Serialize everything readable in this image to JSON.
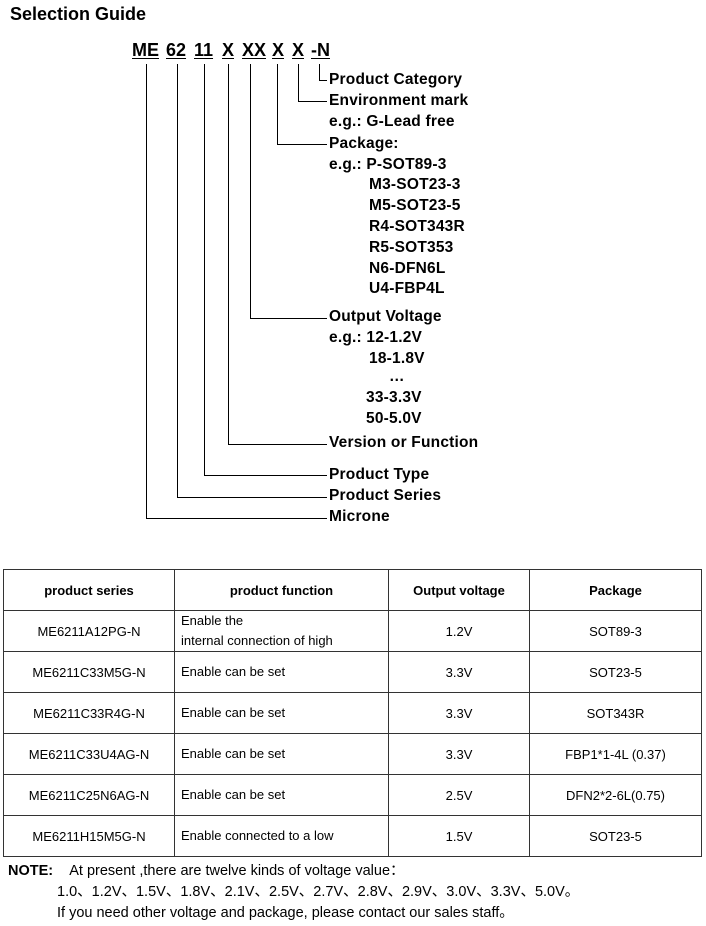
{
  "title": "Selection Guide",
  "part_number": {
    "seg_me": "ME",
    "seg_series": "62",
    "seg_type": "11",
    "seg_version": "X",
    "seg_voltage": "XX",
    "seg_package": "X",
    "seg_env": "X",
    "seg_category": "-N"
  },
  "labels": {
    "product_category": "Product Category",
    "environment_mark": "Environment mark",
    "env_example": "e.g.: G-Lead free",
    "package": "Package:",
    "package_example": "e.g.: P-SOT89-3",
    "package_options": [
      "M3-SOT23-3",
      "M5-SOT23-5",
      "R4-SOT343R",
      "R5-SOT353",
      "N6-DFN6L",
      "U4-FBP4L"
    ],
    "output_voltage": "Output Voltage",
    "voltage_example": "e.g.: 12-1.2V",
    "voltage_options": [
      "18-1.8V",
      "…",
      "33-3.3V",
      "50-5.0V"
    ],
    "version_function": "Version or Function",
    "product_type": "Product Type",
    "product_series": "Product Series",
    "microne": "Microne"
  },
  "table": {
    "headers": [
      "product series",
      "product function",
      "Output voltage",
      "Package"
    ],
    "rows": [
      {
        "series": "ME6211A12PG-N",
        "function_line1": "Enable the",
        "function_line2": "internal connection of high",
        "voltage": "1.2V",
        "package": "SOT89-3"
      },
      {
        "series": "ME6211C33M5G-N",
        "function_line1": "Enable can be set",
        "function_line2": "",
        "voltage": "3.3V",
        "package": "SOT23-5"
      },
      {
        "series": "ME6211C33R4G-N",
        "function_line1": "Enable can be set",
        "function_line2": "",
        "voltage": "3.3V",
        "package": "SOT343R"
      },
      {
        "series": "ME6211C33U4AG-N",
        "function_line1": "Enable can be set",
        "function_line2": "",
        "voltage": "3.3V",
        "package": "FBP1*1-4L (0.37)"
      },
      {
        "series": "ME6211C25N6AG-N",
        "function_line1": "Enable can be set",
        "function_line2": "",
        "voltage": "2.5V",
        "package": "DFN2*2-6L(0.75)"
      },
      {
        "series": "ME6211H15M5G-N",
        "function_line1": "Enable connected to a low",
        "function_line2": "",
        "voltage": "1.5V",
        "package": "SOT23-5"
      }
    ]
  },
  "note": {
    "label": "NOTE:",
    "line1": "At present ,there are twelve kinds of voltage value：",
    "line2": "1.0、1.2V、1.5V、1.8V、2.1V、2.5V、2.7V、2.8V、2.9V、3.0V、3.3V、5.0V。",
    "line3": "If you need other voltage and package, please contact our sales staff。"
  }
}
